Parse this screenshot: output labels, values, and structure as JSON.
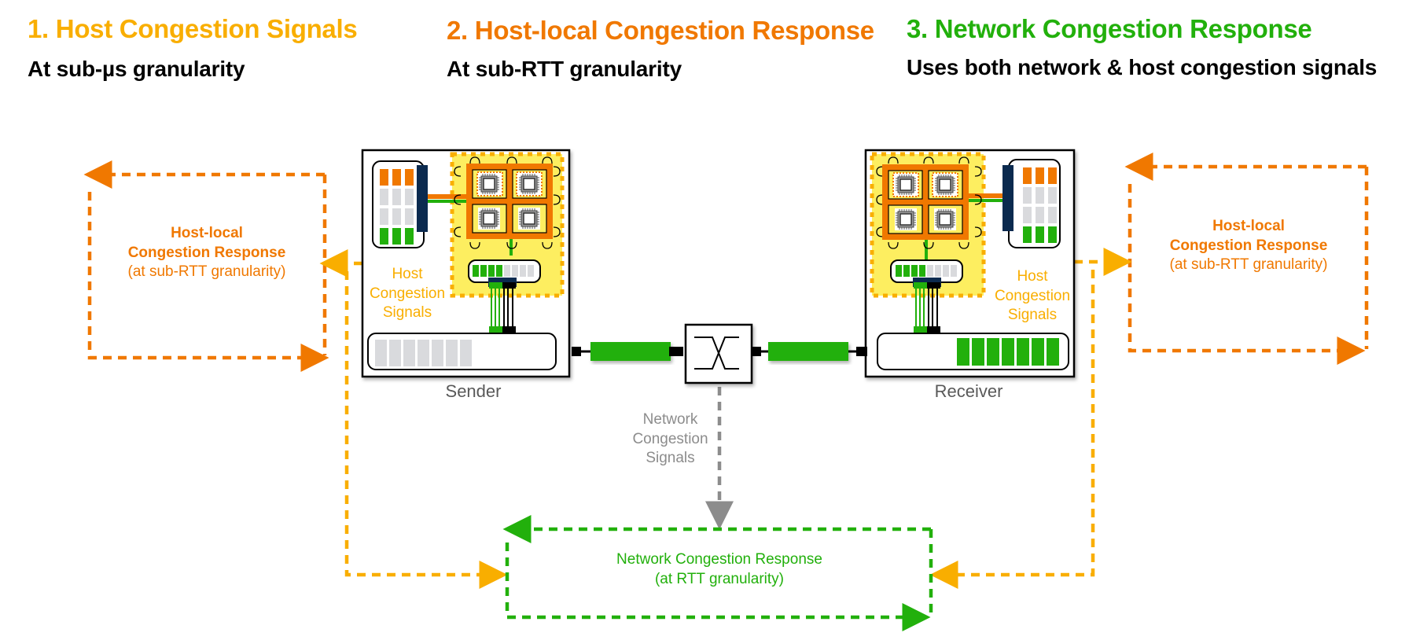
{
  "colors": {
    "host_signals": "#F9AE00",
    "host_local": "#F07800",
    "network": "#22B00C",
    "gray_text": "#8C8C8C",
    "navy": "#0B2A4F",
    "host_area_fill": "#FDEE60",
    "inactive_slot": "#D9DADD"
  },
  "headers": [
    {
      "title": "1. Host Congestion Signals",
      "subtitle": "At sub-µs granularity"
    },
    {
      "title": "2. Host-local Congestion Response",
      "subtitle": "At sub-RTT granularity"
    },
    {
      "title": "3. Network Congestion Response",
      "subtitle": "Uses both network & host congestion signals"
    }
  ],
  "host_local_boxes": {
    "left": {
      "line1": "Host-local",
      "line2": "Congestion Response",
      "line3": "(at sub-RTT granularity)"
    },
    "right": {
      "line1": "Host-local",
      "line2": "Congestion Response",
      "line3": "(at sub-RTT granularity)"
    }
  },
  "hosts": {
    "sender": {
      "label": "Sender",
      "signals_label": [
        "Host",
        "Congestion",
        "Signals"
      ],
      "nic_queue_filled": 4,
      "nic_queue_total": 8,
      "buffer_slots_gray": 7,
      "buffer_slots_green": 0
    },
    "receiver": {
      "label": "Receiver",
      "signals_label": [
        "Host",
        "Congestion",
        "Signals"
      ],
      "nic_queue_filled": 4,
      "nic_queue_total": 8,
      "buffer_slots_gray": 0,
      "buffer_slots_green": 7
    }
  },
  "network_signals_label": [
    "Network",
    "Congestion",
    "Signals"
  ],
  "network_response": {
    "line1": "Network Congestion Response",
    "line2": "(at RTT granularity)"
  }
}
